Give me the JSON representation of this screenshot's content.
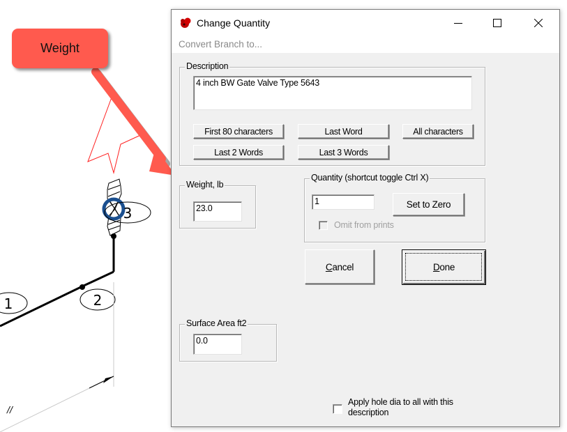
{
  "drawing": {
    "callout": {
      "label": "Weight",
      "color": "#ff5a4e"
    },
    "node_labels": [
      "1",
      "2",
      "3"
    ],
    "dimension_mark": "//"
  },
  "window": {
    "title": "Change Quantity",
    "app_icon": "red-valve-icon",
    "controls": {
      "minimize": "minimize-icon",
      "maximize": "maximize-icon",
      "close": "close-icon"
    },
    "menu": {
      "items": [
        {
          "label": "Convert Branch to..."
        }
      ]
    }
  },
  "description_group": {
    "label": "Description",
    "value": "4 inch BW Gate Valve Type 5643",
    "buttons": {
      "first_80": "First 80 characters",
      "last_word": "Last Word",
      "all_chars": "All characters",
      "last_2": "Last 2 Words",
      "last_3": "Last 3 Words"
    }
  },
  "weight_group": {
    "label": "Weight, lb",
    "value": "23.0"
  },
  "quantity_group": {
    "label": "Quantity (shortcut toggle Ctrl X)",
    "value": "1",
    "set_zero_label": "Set to Zero",
    "omit_label": "Omit from prints",
    "omit_checked": false,
    "omit_enabled": false
  },
  "actions": {
    "cancel": {
      "mnemonic": "C",
      "rest": "ancel"
    },
    "done": {
      "mnemonic": "D",
      "rest": "one"
    }
  },
  "surface_group": {
    "label": "Surface Area ft2",
    "value": "0.0"
  },
  "apply_hole": {
    "line1": "Apply hole dia to all with this",
    "line2": "description",
    "checked": false
  }
}
